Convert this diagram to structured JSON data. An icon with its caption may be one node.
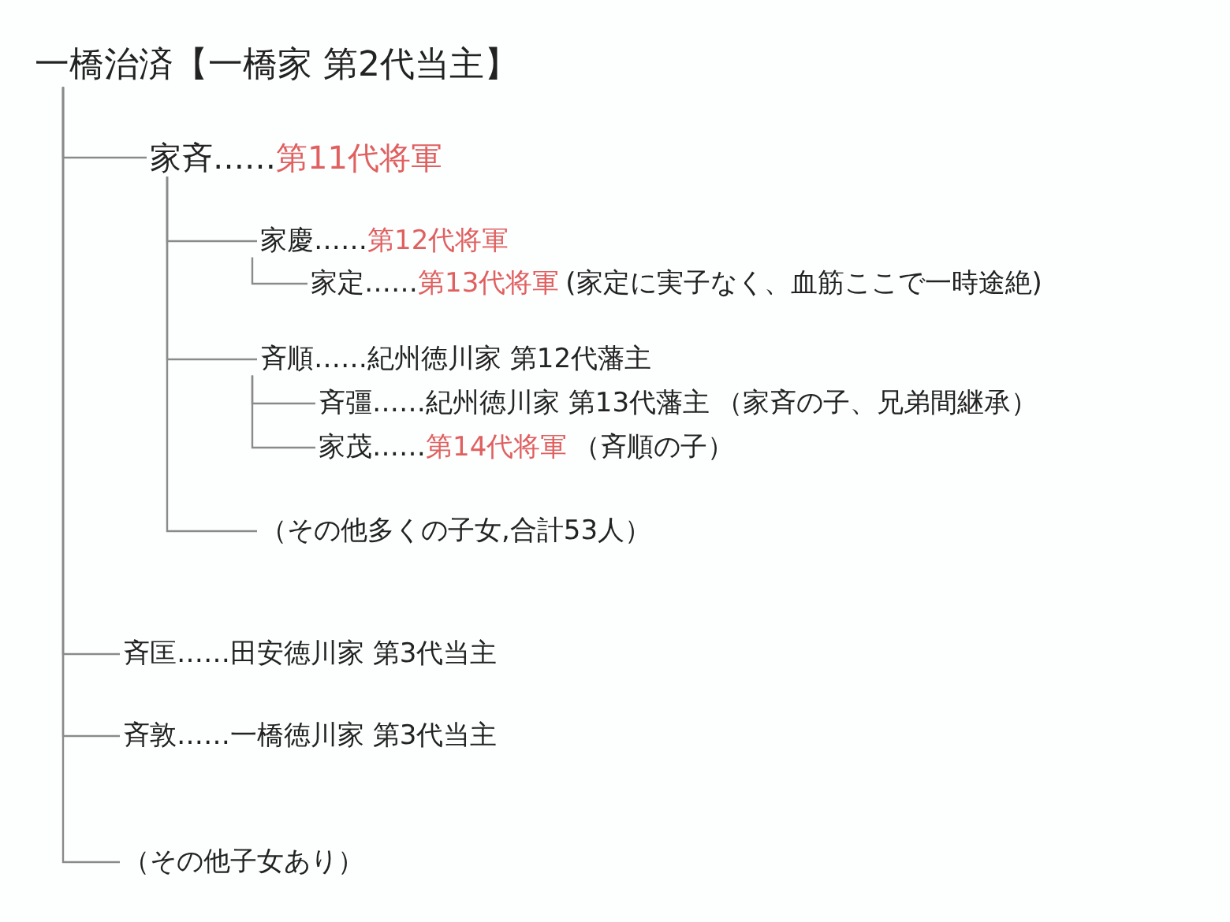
{
  "diagram": {
    "nodes": [
      {
        "text": [
          "一橋治済【一橋家 第2代当主】"
        ]
      },
      {
        "text": [
          "家斉……",
          "第11代将軍"
        ]
      },
      {
        "text": [
          "家慶……",
          "第12代将軍"
        ]
      },
      {
        "text": [
          "家定……",
          "第13代将軍",
          "(家定に実子なく、血筋ここで一時途絶)"
        ]
      },
      {
        "text": [
          "斉順……紀州徳川家 第12代藩主"
        ]
      },
      {
        "text": [
          "斉彊……紀州徳川家 第13代藩主",
          "（家斉の子、兄弟間継承）"
        ]
      },
      {
        "text": [
          "家茂……",
          "第14代将軍",
          "（斉順の子）"
        ]
      },
      {
        "text": [
          "（その他多くの子女,合計53人）"
        ]
      },
      {
        "text": [
          "斉匡……田安徳川家 第3代当主"
        ]
      },
      {
        "text": [
          "斉敦……一橋徳川家 第3代当主"
        ]
      },
      {
        "text": [
          "（その他子女あり）"
        ]
      }
    ],
    "edges": [
      {
        "from": 0,
        "to": 1,
        "arrow": "none"
      },
      {
        "from": 1,
        "to": 2,
        "arrow": "none"
      },
      {
        "from": 2,
        "to": 3,
        "arrow": "none"
      },
      {
        "from": 1,
        "to": 4,
        "arrow": "none"
      },
      {
        "from": 4,
        "to": 5,
        "arrow": "none"
      },
      {
        "from": 4,
        "to": 6,
        "arrow": "none"
      },
      {
        "from": 1,
        "to": 7,
        "arrow": "none"
      },
      {
        "from": 0,
        "to": 8,
        "arrow": "none"
      },
      {
        "from": 0,
        "to": 9,
        "arrow": "none"
      },
      {
        "from": 0,
        "to": 10,
        "arrow": "none"
      }
    ]
  }
}
